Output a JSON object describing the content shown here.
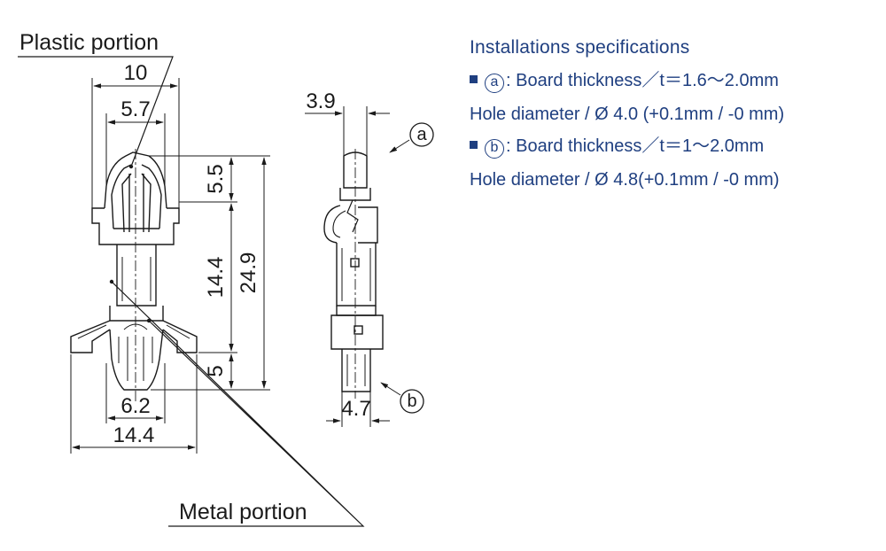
{
  "callouts": {
    "plastic_portion": "Plastic portion",
    "metal_portion": "Metal portion"
  },
  "front_view_dimensions": {
    "overall_top_width": "10",
    "head_inner_width": "5.7",
    "head_height": "5.5",
    "mid_length": "14.4",
    "total_length": "24.9",
    "bottom_length": "5",
    "bottom_inner_width": "6.2",
    "bottom_overall_width": "14.4"
  },
  "side_view_dimensions": {
    "top_width": "3.9",
    "bottom_width": "4.7"
  },
  "markers": {
    "a": "a",
    "b": "b"
  },
  "specs": {
    "title": "Installations specifications",
    "a_line1": "a: Board thickness／t＝1.6〜2.0mm",
    "a_line2": "Hole diameter / Ø 4.0 (+0.1mm / -0 mm)",
    "b_line1": "b: Board thickness／t＝1〜2.0mm",
    "b_line2": "Hole diameter / Ø 4.8(+0.1mm / -0 mm)",
    "bullet_marker_a": "a",
    "bullet_marker_b": "b",
    "a_line1_text": ": Board thickness／t＝1.6〜2.0mm",
    "b_line1_text": ": Board thickness／t＝1〜2.0mm"
  },
  "colors": {
    "line": "#1a1a1a",
    "spec_text": "#1f3f80"
  }
}
